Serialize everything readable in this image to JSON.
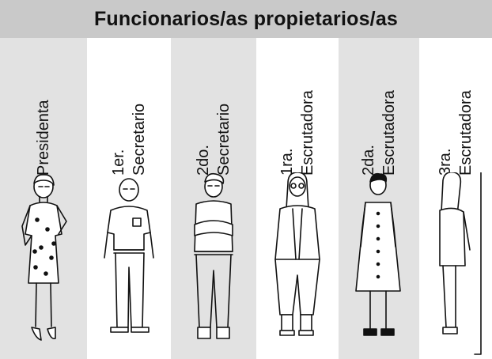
{
  "header": {
    "title": "Funcionarios/as propietarios/as"
  },
  "columns": [
    {
      "line1": "Presidenta",
      "line2": "",
      "figure": "woman-floral-dress-icon"
    },
    {
      "line1": "1er.",
      "line2": "Secretario",
      "figure": "man-short-sleeve-shirt-icon"
    },
    {
      "line1": "2do.",
      "line2": "Secretario",
      "figure": "man-arms-crossed-icon"
    },
    {
      "line1": "1ra.",
      "line2": "Escrutadora",
      "figure": "woman-glasses-jacket-icon"
    },
    {
      "line1": "2da.",
      "line2": "Escrutadora",
      "figure": "woman-button-dress-icon"
    },
    {
      "line1": "3ra.",
      "line2": "Escrutadora",
      "figure": "woman-profile-view-icon"
    }
  ],
  "colors": {
    "header_bg": "#c9c9c9",
    "shaded_col": "#e2e2e2",
    "plain_col": "#ffffff",
    "line": "#111111"
  }
}
